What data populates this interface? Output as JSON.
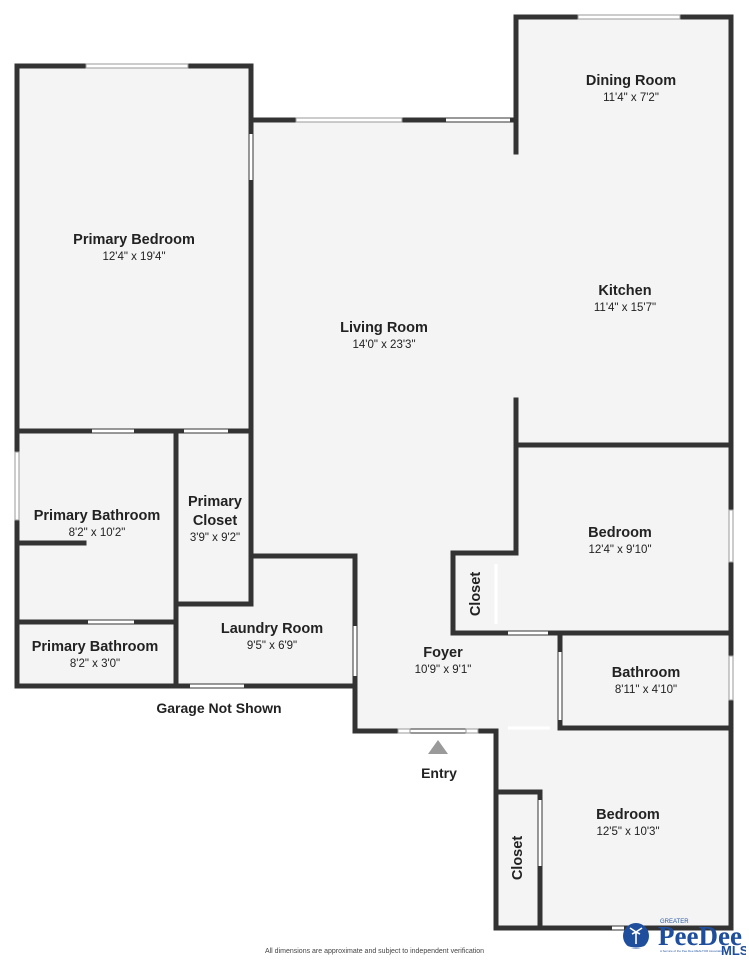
{
  "rooms": {
    "primary_bedroom": {
      "name": "Primary Bedroom",
      "dims": "12'4\" x 19'4\""
    },
    "living_room": {
      "name": "Living Room",
      "dims": "14'0\" x 23'3\""
    },
    "dining_room": {
      "name": "Dining Room",
      "dims": "11'4\" x 7'2\""
    },
    "kitchen": {
      "name": "Kitchen",
      "dims": "11'4\" x 15'7\""
    },
    "primary_bathroom_1": {
      "name": "Primary Bathroom",
      "dims": "8'2\" x 10'2\""
    },
    "primary_closet": {
      "name_line1": "Primary",
      "name_line2": "Closet",
      "dims": "3'9\" x 9'2\""
    },
    "bedroom_1": {
      "name": "Bedroom",
      "dims": "12'4\" x 9'10\""
    },
    "closet_1": {
      "name": "Closet"
    },
    "laundry_room": {
      "name": "Laundry Room",
      "dims": "9'5\" x 6'9\""
    },
    "foyer": {
      "name": "Foyer",
      "dims": "10'9\" x 9'1\""
    },
    "primary_bathroom_2": {
      "name": "Primary Bathroom",
      "dims": "8'2\" x 3'0\""
    },
    "bathroom": {
      "name": "Bathroom",
      "dims": "8'11\" x 4'10\""
    },
    "bedroom_2": {
      "name": "Bedroom",
      "dims": "12'5\" x 10'3\""
    },
    "closet_2": {
      "name": "Closet"
    }
  },
  "labels": {
    "garage": "Garage Not Shown",
    "entry": "Entry"
  },
  "footnote": "All dimensions are approximate and subject to independent verification",
  "logo": {
    "top": "GREATER",
    "main": "PeeDee",
    "suffix": "MLS",
    "tagline": "A Service of the Pee Dee REALTOR Association"
  },
  "colors": {
    "wall": "#333333",
    "floor": "#f4f4f4",
    "window": "#c8c8c8",
    "brand": "#1f4f9c"
  }
}
